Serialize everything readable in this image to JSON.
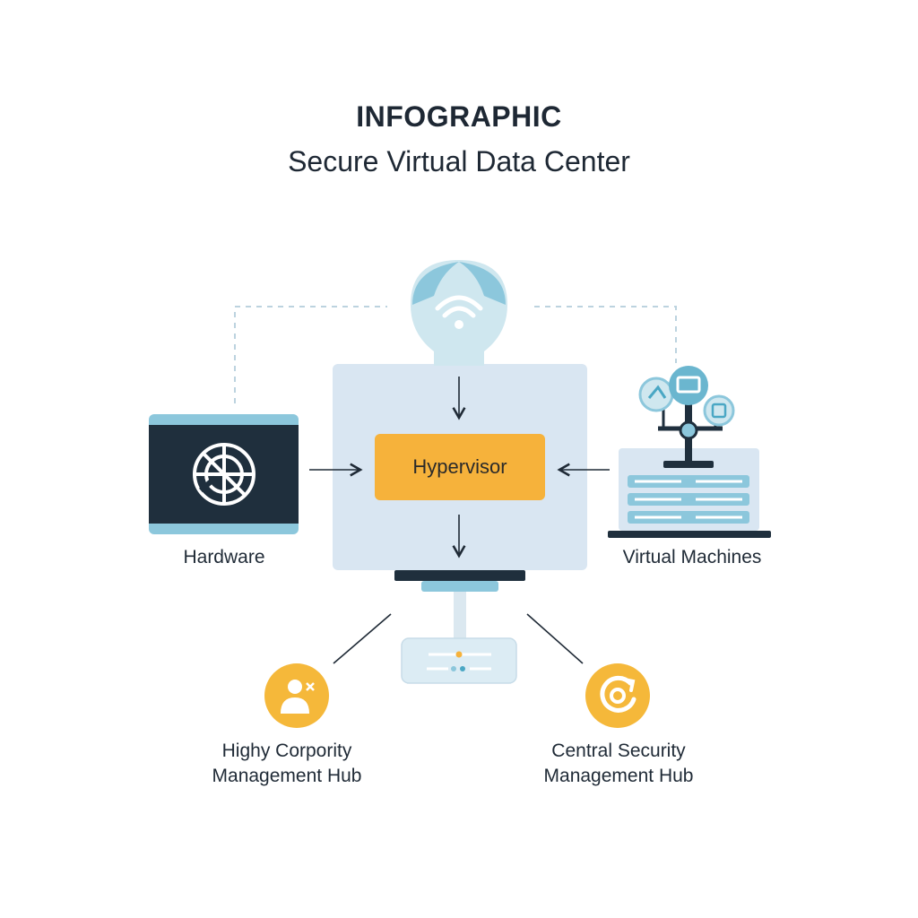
{
  "header": {
    "title": "INFOGRAPHIC",
    "subtitle": "Secure Virtual Data Center"
  },
  "nodes": {
    "hypervisor": "Hypervisor",
    "hardware": "Hardware",
    "virtual_machines": "Virtual Machines",
    "left_hub": [
      "Highy Corpority",
      "Management Hub"
    ],
    "right_hub": [
      "Central Security",
      "Management Hub"
    ]
  },
  "icons": {
    "top": "wifi-cloud-icon",
    "hardware": "hardware-dial-icon",
    "vm": "vm-server-rack-icon",
    "left_hub": "user-icon",
    "right_hub": "refresh-icon"
  },
  "colors": {
    "text": "#1f2a36",
    "dark_navy": "#1f2f3d",
    "light_blue": "#d9e6f2",
    "sky_blue": "#8cc7dc",
    "orange": "#f6b23b",
    "yellow": "#f5b83a"
  }
}
